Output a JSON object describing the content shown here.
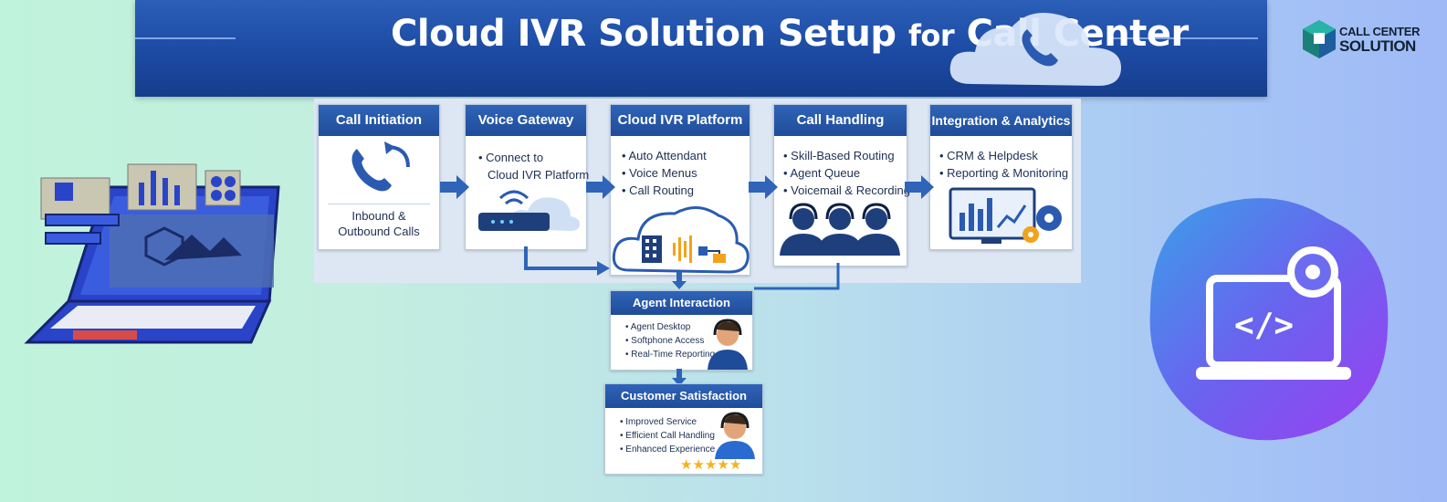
{
  "banner": {
    "title_main": "Cloud IVR Solution Setup",
    "title_for": "for",
    "title_end": "Call Center"
  },
  "logo": {
    "line1": "CALL CENTER",
    "line2": "SOLUTION"
  },
  "steps": [
    {
      "title": "Call Initiation",
      "text": [
        "Inbound &",
        "Outbound Calls"
      ]
    },
    {
      "title": "Voice Gateway",
      "bullets": [
        "Connect to",
        "Cloud IVR Platform"
      ]
    },
    {
      "title": "Cloud IVR Platform",
      "bullets": [
        "Auto Attendant",
        "Voice Menus",
        "Call Routing"
      ]
    },
    {
      "title": "Call Handling",
      "bullets": [
        "Skill-Based Routing",
        "Agent Queue",
        "Voicemail & Recording"
      ]
    },
    {
      "title": "Integration & Analytics",
      "bullets": [
        "CRM & Helpdesk",
        "Reporting & Monitoring"
      ]
    }
  ],
  "agent_interaction": {
    "title": "Agent Interaction",
    "bullets": [
      "Agent Desktop",
      "Softphone Access",
      "Real-Time Reporting"
    ]
  },
  "customer_satisfaction": {
    "title": "Customer Satisfaction",
    "bullets": [
      "Improved Service",
      "Efficient Call Handling",
      "Enhanced Experience"
    ],
    "stars": 5
  },
  "colors": {
    "banner": "#1c4aa3",
    "header": "#2f64b8",
    "accent_blob": "#7a4cf0"
  }
}
